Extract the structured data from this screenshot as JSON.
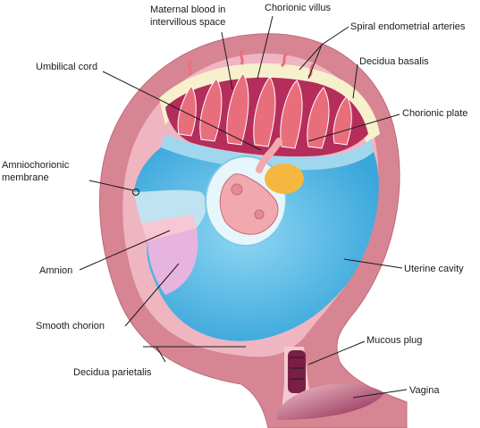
{
  "labels": {
    "maternal_blood_line1": "Maternal blood in",
    "maternal_blood_line2": "intervillous space",
    "chorionic_villus": "Chorionic villus",
    "spiral_arteries": "Spiral endometrial arteries",
    "umbilical_cord": "Umbilical cord",
    "decidua_basalis": "Decidua basalis",
    "chorionic_plate": "Chorionic plate",
    "amniochorionic_line1": "Amniochorionic",
    "amniochorionic_line2": "membrane",
    "amnion": "Amnion",
    "uterine_cavity": "Uterine cavity",
    "smooth_chorion": "Smooth chorion",
    "mucous_plug": "Mucous plug",
    "decidua_parietalis": "Decidua parietalis",
    "vagina": "Vagina"
  },
  "colors": {
    "uterine_wall": "#d88593",
    "decidua": "#efb6c2",
    "cavity": "#5ec0e8",
    "placenta": "#b52d5b",
    "villi": "#e96e7c",
    "yolk_sac": "#f5b740",
    "embryo": "#f1a9ae",
    "cream_layer": "#f6f1cc"
  }
}
